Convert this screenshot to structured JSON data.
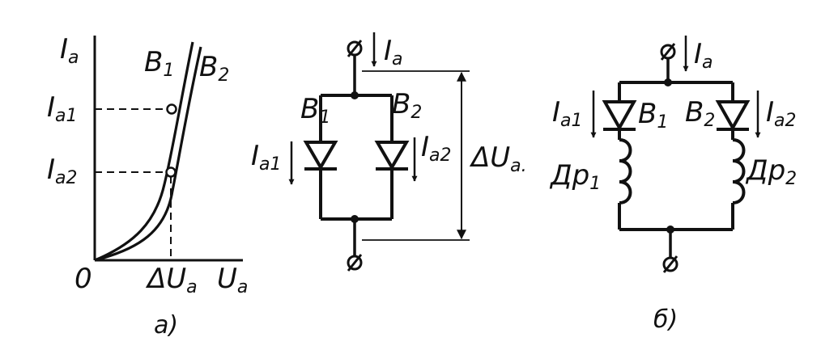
{
  "graph": {
    "y_axis": {
      "main": "I",
      "sub": "a"
    },
    "x_axis": {
      "main": "U",
      "sub": "a"
    },
    "origin": "0",
    "curve_b1": {
      "main": "B",
      "sub": "1"
    },
    "curve_b2": {
      "main": "B",
      "sub": "2"
    },
    "tick_ia1": {
      "main": "I",
      "sub": "a1"
    },
    "tick_ia2": {
      "main": "I",
      "sub": "a2"
    },
    "tick_delta_u": {
      "main": "ΔU",
      "sub": "a"
    },
    "caption": "a)"
  },
  "circuit_a": {
    "supply_current": {
      "main": "I",
      "sub": "a"
    },
    "diode_b1": {
      "main": "B",
      "sub": "1"
    },
    "diode_b2": {
      "main": "B",
      "sub": "2"
    },
    "current_ia1": {
      "main": "I",
      "sub": "a1"
    },
    "current_ia2": {
      "main": "I",
      "sub": "a2"
    },
    "voltage": {
      "main": "ΔU",
      "sub": "a."
    }
  },
  "circuit_b": {
    "supply_current": {
      "main": "I",
      "sub": "a"
    },
    "diode_b1": {
      "main": "B",
      "sub": "1"
    },
    "diode_b2": {
      "main": "B",
      "sub": "2"
    },
    "current_ia1": {
      "main": "I",
      "sub": "a1"
    },
    "current_ia2": {
      "main": "I",
      "sub": "a2"
    },
    "choke_dp1": {
      "main": "Дp",
      "sub": "1"
    },
    "choke_dp2": {
      "main": "Дp",
      "sub": "2"
    },
    "caption": "б)"
  }
}
